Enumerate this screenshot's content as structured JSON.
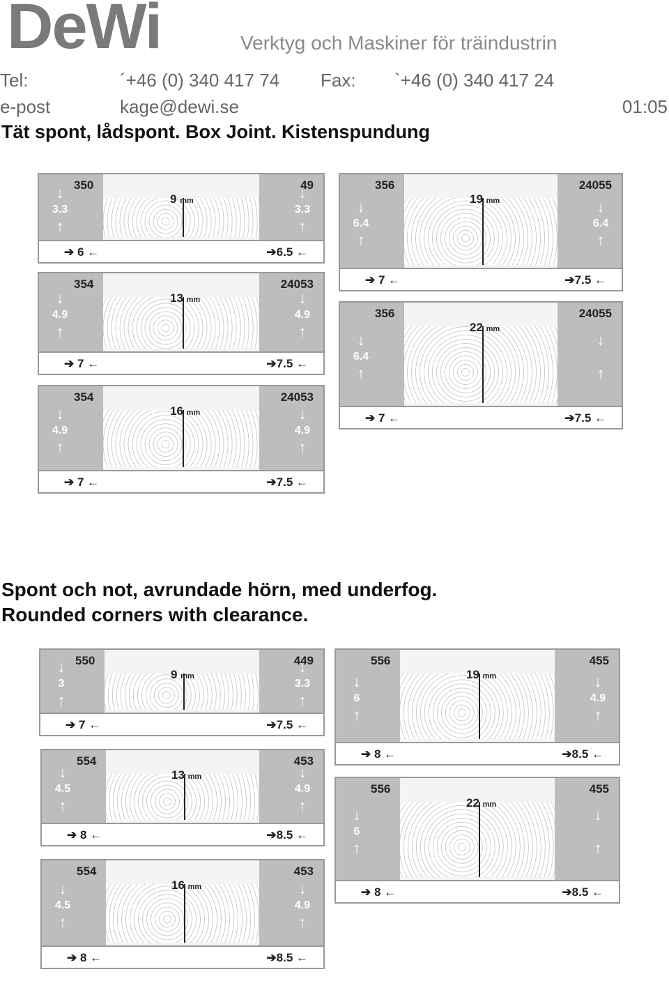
{
  "header": {
    "logo": "DeWi",
    "tagline": "Verktyg och Maskiner för träindustrin",
    "tel_label": "Tel:",
    "tel_value": "´+46 (0) 340 417 74",
    "fax_label": "Fax:",
    "fax_value": "`+46 (0) 340 417 24",
    "email_label": "e-post",
    "email_value": "kage@dewi.se",
    "page_code": "01:05"
  },
  "section1": {
    "title": "Tät spont, lådspont.  Box Joint. Kistenspundung",
    "panels": [
      {
        "code_left": "350",
        "code_right": "49",
        "size": "9",
        "unit": "mm",
        "depth_left": "3.3",
        "depth_right": "3.3",
        "dim_left": "6",
        "dim_right": "6.5"
      },
      {
        "code_left": "356",
        "code_right": "24055",
        "size": "19",
        "unit": "mm",
        "depth_left": "6.4",
        "depth_right": "6.4",
        "dim_left": "7",
        "dim_right": "7.5"
      },
      {
        "code_left": "354",
        "code_right": "24053",
        "size": "13",
        "unit": "mm",
        "depth_left": "4.9",
        "depth_right": "4.9",
        "dim_left": "7",
        "dim_right": "7.5"
      },
      {
        "code_left": "356",
        "code_right": "24055",
        "size": "22",
        "unit": "mm",
        "depth_left": "6.4",
        "depth_right": "",
        "dim_left": "7",
        "dim_right": "7.5"
      },
      {
        "code_left": "354",
        "code_right": "24053",
        "size": "16",
        "unit": "mm",
        "depth_left": "4.9",
        "depth_right": "4.9",
        "dim_left": "7",
        "dim_right": "7.5"
      }
    ]
  },
  "section2": {
    "title_line1": "Spont och not, avrundade hörn, med underfog.",
    "title_line2": "Rounded corners with clearance.",
    "panels": [
      {
        "code_left": "550",
        "code_right": "449",
        "size": "9",
        "unit": "mm",
        "depth_left": "3",
        "depth_right": "3.3",
        "dim_left": "7",
        "dim_right": "7.5"
      },
      {
        "code_left": "556",
        "code_right": "455",
        "size": "19",
        "unit": "mm",
        "depth_left": "6",
        "depth_right": "4.9",
        "dim_left": "8",
        "dim_right": "8.5"
      },
      {
        "code_left": "554",
        "code_right": "453",
        "size": "13",
        "unit": "mm",
        "depth_left": "4.5",
        "depth_right": "4.9",
        "dim_left": "8",
        "dim_right": "8.5"
      },
      {
        "code_left": "556",
        "code_right": "455",
        "size": "22",
        "unit": "mm",
        "depth_left": "6",
        "depth_right": "",
        "dim_left": "8",
        "dim_right": "8.5"
      },
      {
        "code_left": "554",
        "code_right": "453",
        "size": "16",
        "unit": "mm",
        "depth_left": "4.5",
        "depth_right": "4.9",
        "dim_left": "8",
        "dim_right": "8.5"
      }
    ]
  }
}
